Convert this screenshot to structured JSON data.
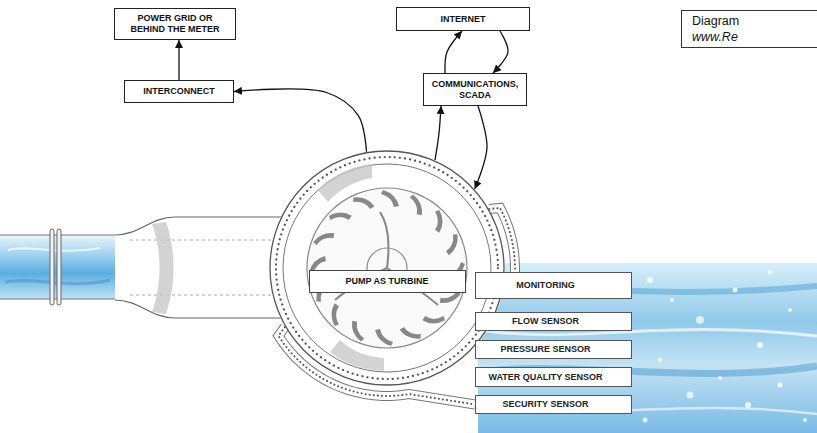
{
  "diagram": {
    "nodes": [
      {
        "text": [
          "POWER GRID OR BEHIND THE METER"
        ]
      },
      {
        "text": [
          "INTERNET"
        ]
      },
      {
        "text": [
          "Diagram",
          "www.Re"
        ]
      },
      {
        "text": [
          "INTERCONNECT"
        ]
      },
      {
        "text": [
          "COMMUNICATIONS, SCADA"
        ]
      },
      {
        "text": [
          "PUMP AS TURBINE"
        ]
      },
      {
        "text": [
          "MONITORING"
        ]
      },
      {
        "text": [
          "FLOW SENSOR"
        ]
      },
      {
        "text": [
          "PRESSURE SENSOR"
        ]
      },
      {
        "text": [
          "WATER QUALITY SENSOR"
        ]
      },
      {
        "text": [
          "SECURITY SENSOR"
        ]
      }
    ],
    "edges": [
      {
        "from": 3,
        "to": 0,
        "arrow": "to"
      },
      {
        "from": 5,
        "to": 3,
        "arrow": "to"
      },
      {
        "from": 4,
        "to": 1,
        "arrow": "to"
      },
      {
        "from": 1,
        "to": 4,
        "arrow": "to"
      },
      {
        "from": 5,
        "to": 4,
        "arrow": "to"
      },
      {
        "from": 4,
        "to": 5,
        "arrow": "to"
      },
      {
        "from": 5,
        "to": 6,
        "arrow": "none"
      },
      {
        "from": 5,
        "to": 10,
        "arrow": "none"
      }
    ]
  }
}
